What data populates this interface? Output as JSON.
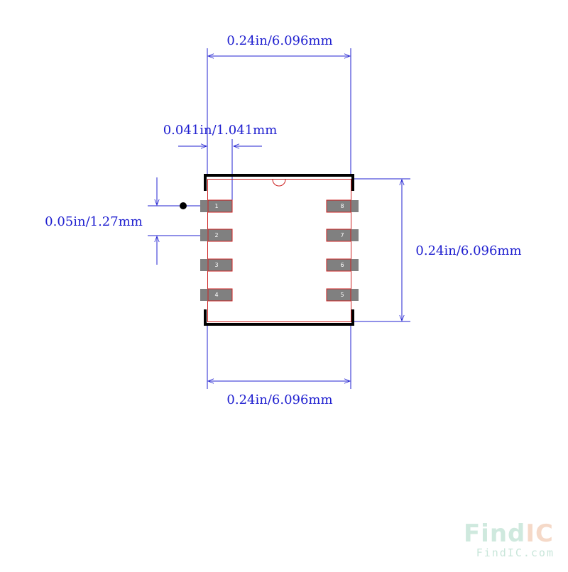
{
  "dimensions": {
    "top_width": "0.24in/6.096mm",
    "pad_width": "0.041in/1.041mm",
    "pitch": "0.05in/1.27mm",
    "right_height": "0.24in/6.096mm",
    "bottom_width": "0.24in/6.096mm"
  },
  "pins": {
    "left": [
      "1",
      "2",
      "3",
      "4"
    ],
    "right": [
      "8",
      "7",
      "6",
      "5"
    ]
  },
  "watermark": {
    "logo_find": "Find",
    "logo_ic": "IC",
    "url": "FindIC.com"
  },
  "colors": {
    "dimension": "#2020d0",
    "outline": "#cc2020",
    "silkscreen": "#000000",
    "pad": "#808080",
    "watermark_find": "#cfe9de",
    "watermark_ic": "#f5d9c8"
  }
}
